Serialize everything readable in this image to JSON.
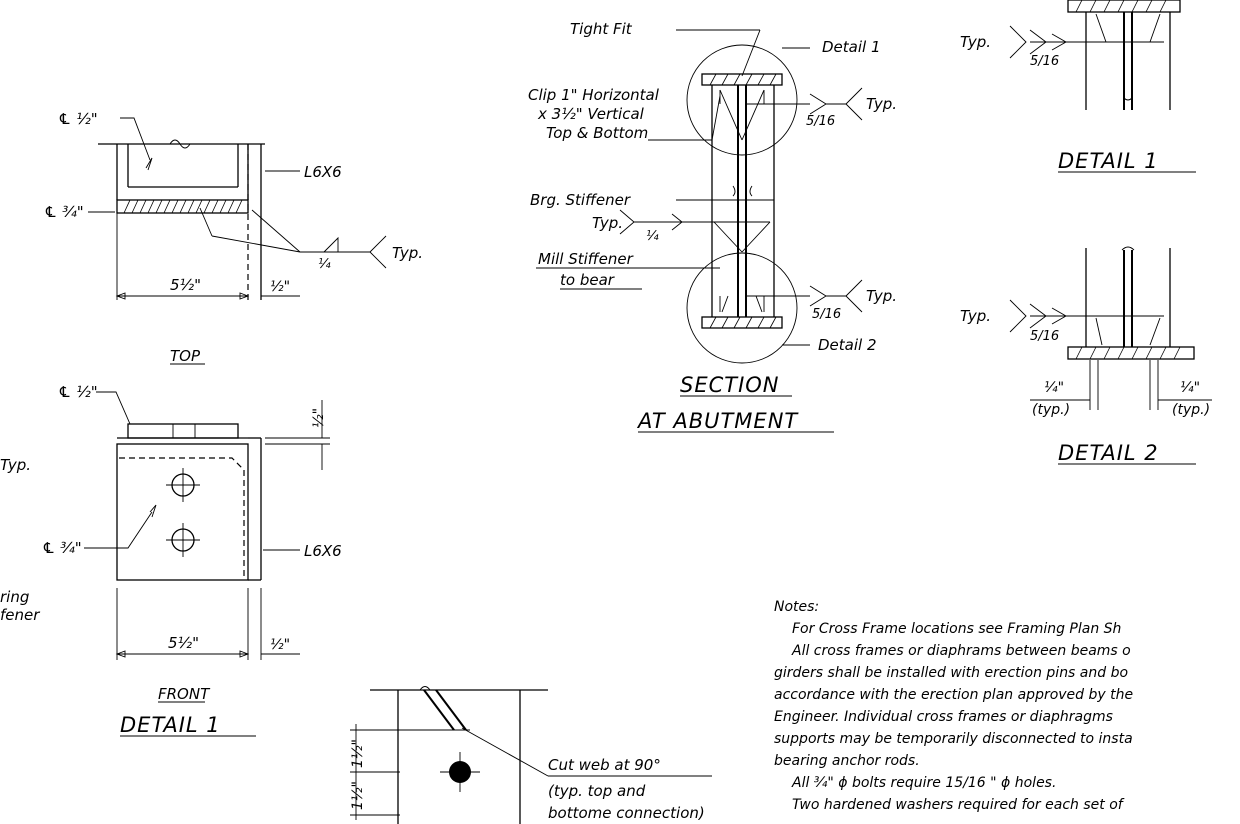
{
  "top_view": {
    "plate_label": "℄ ½\"",
    "angle_label": "L6X6",
    "bearing_plate_label": "℄ ¾\"",
    "weld_size": "¼",
    "weld_typ": "Typ.",
    "dim_width": "5½\"",
    "dim_edge": "½\"",
    "view_title": "TOP"
  },
  "front_view": {
    "plate_label": "℄ ½\"",
    "dim_vertical": "½\"",
    "bearing_plate_label": "℄ ¾\"",
    "angle_label": "L6X6",
    "cut_typ": "Typ.",
    "cut_bearing_1": "ring",
    "cut_bearing_2": "fener",
    "dim_width": "5½\"",
    "dim_edge": "½\"",
    "view_title": "FRONT",
    "detail_title": "DETAIL 1"
  },
  "section": {
    "tight_fit": "Tight Fit",
    "clip_line1": "Clip 1\" Horizontal",
    "clip_line2": "x 3½\" Vertical",
    "clip_line3": "Top & Bottom",
    "detail1_callout": "Detail 1",
    "weld_top_size": "5/16",
    "weld_top_typ": "Typ.",
    "brg_stiffener": "Brg. Stiffener",
    "stiff_typ": "Typ.",
    "stiff_weld": "¼",
    "mill_line1": "Mill Stiffener",
    "mill_line2": "to bear",
    "weld_bot_size": "5/16",
    "weld_bot_typ": "Typ.",
    "detail2_callout": "Detail 2",
    "title_line1": "SECTION",
    "title_line2": "AT ABUTMENT"
  },
  "detail1": {
    "typ": "Typ.",
    "weld_size": "5/16",
    "title": "DETAIL 1"
  },
  "detail2": {
    "typ": "Typ.",
    "weld_size": "5/16",
    "dim_left": "¼\"",
    "dim_left_typ": "(typ.)",
    "dim_right": "¼\"",
    "dim_right_typ": "(typ.)",
    "title": "DETAIL 2"
  },
  "bolt_detail": {
    "dim_a": "1½\"",
    "dim_b": "1½\"",
    "cut_line1": "Cut web at 90°",
    "cut_line2": "(typ. top and",
    "cut_line3": "bottome connection)"
  },
  "notes": {
    "heading": "Notes:",
    "lines": [
      "For Cross Frame locations see Framing Plan Sh",
      "All cross frames or diaphrams between beams o",
      "girders shall be installed with erection pins and bo",
      "accordance with the erection plan approved by the",
      "Engineer.  Individual cross frames or diaphragms",
      "supports may be temporarily disconnected to insta",
      "bearing anchor rods.",
      "All ¾\" ϕ bolts require 15/16 \" ϕ holes.",
      "Two hardened washers required for each set of"
    ]
  }
}
